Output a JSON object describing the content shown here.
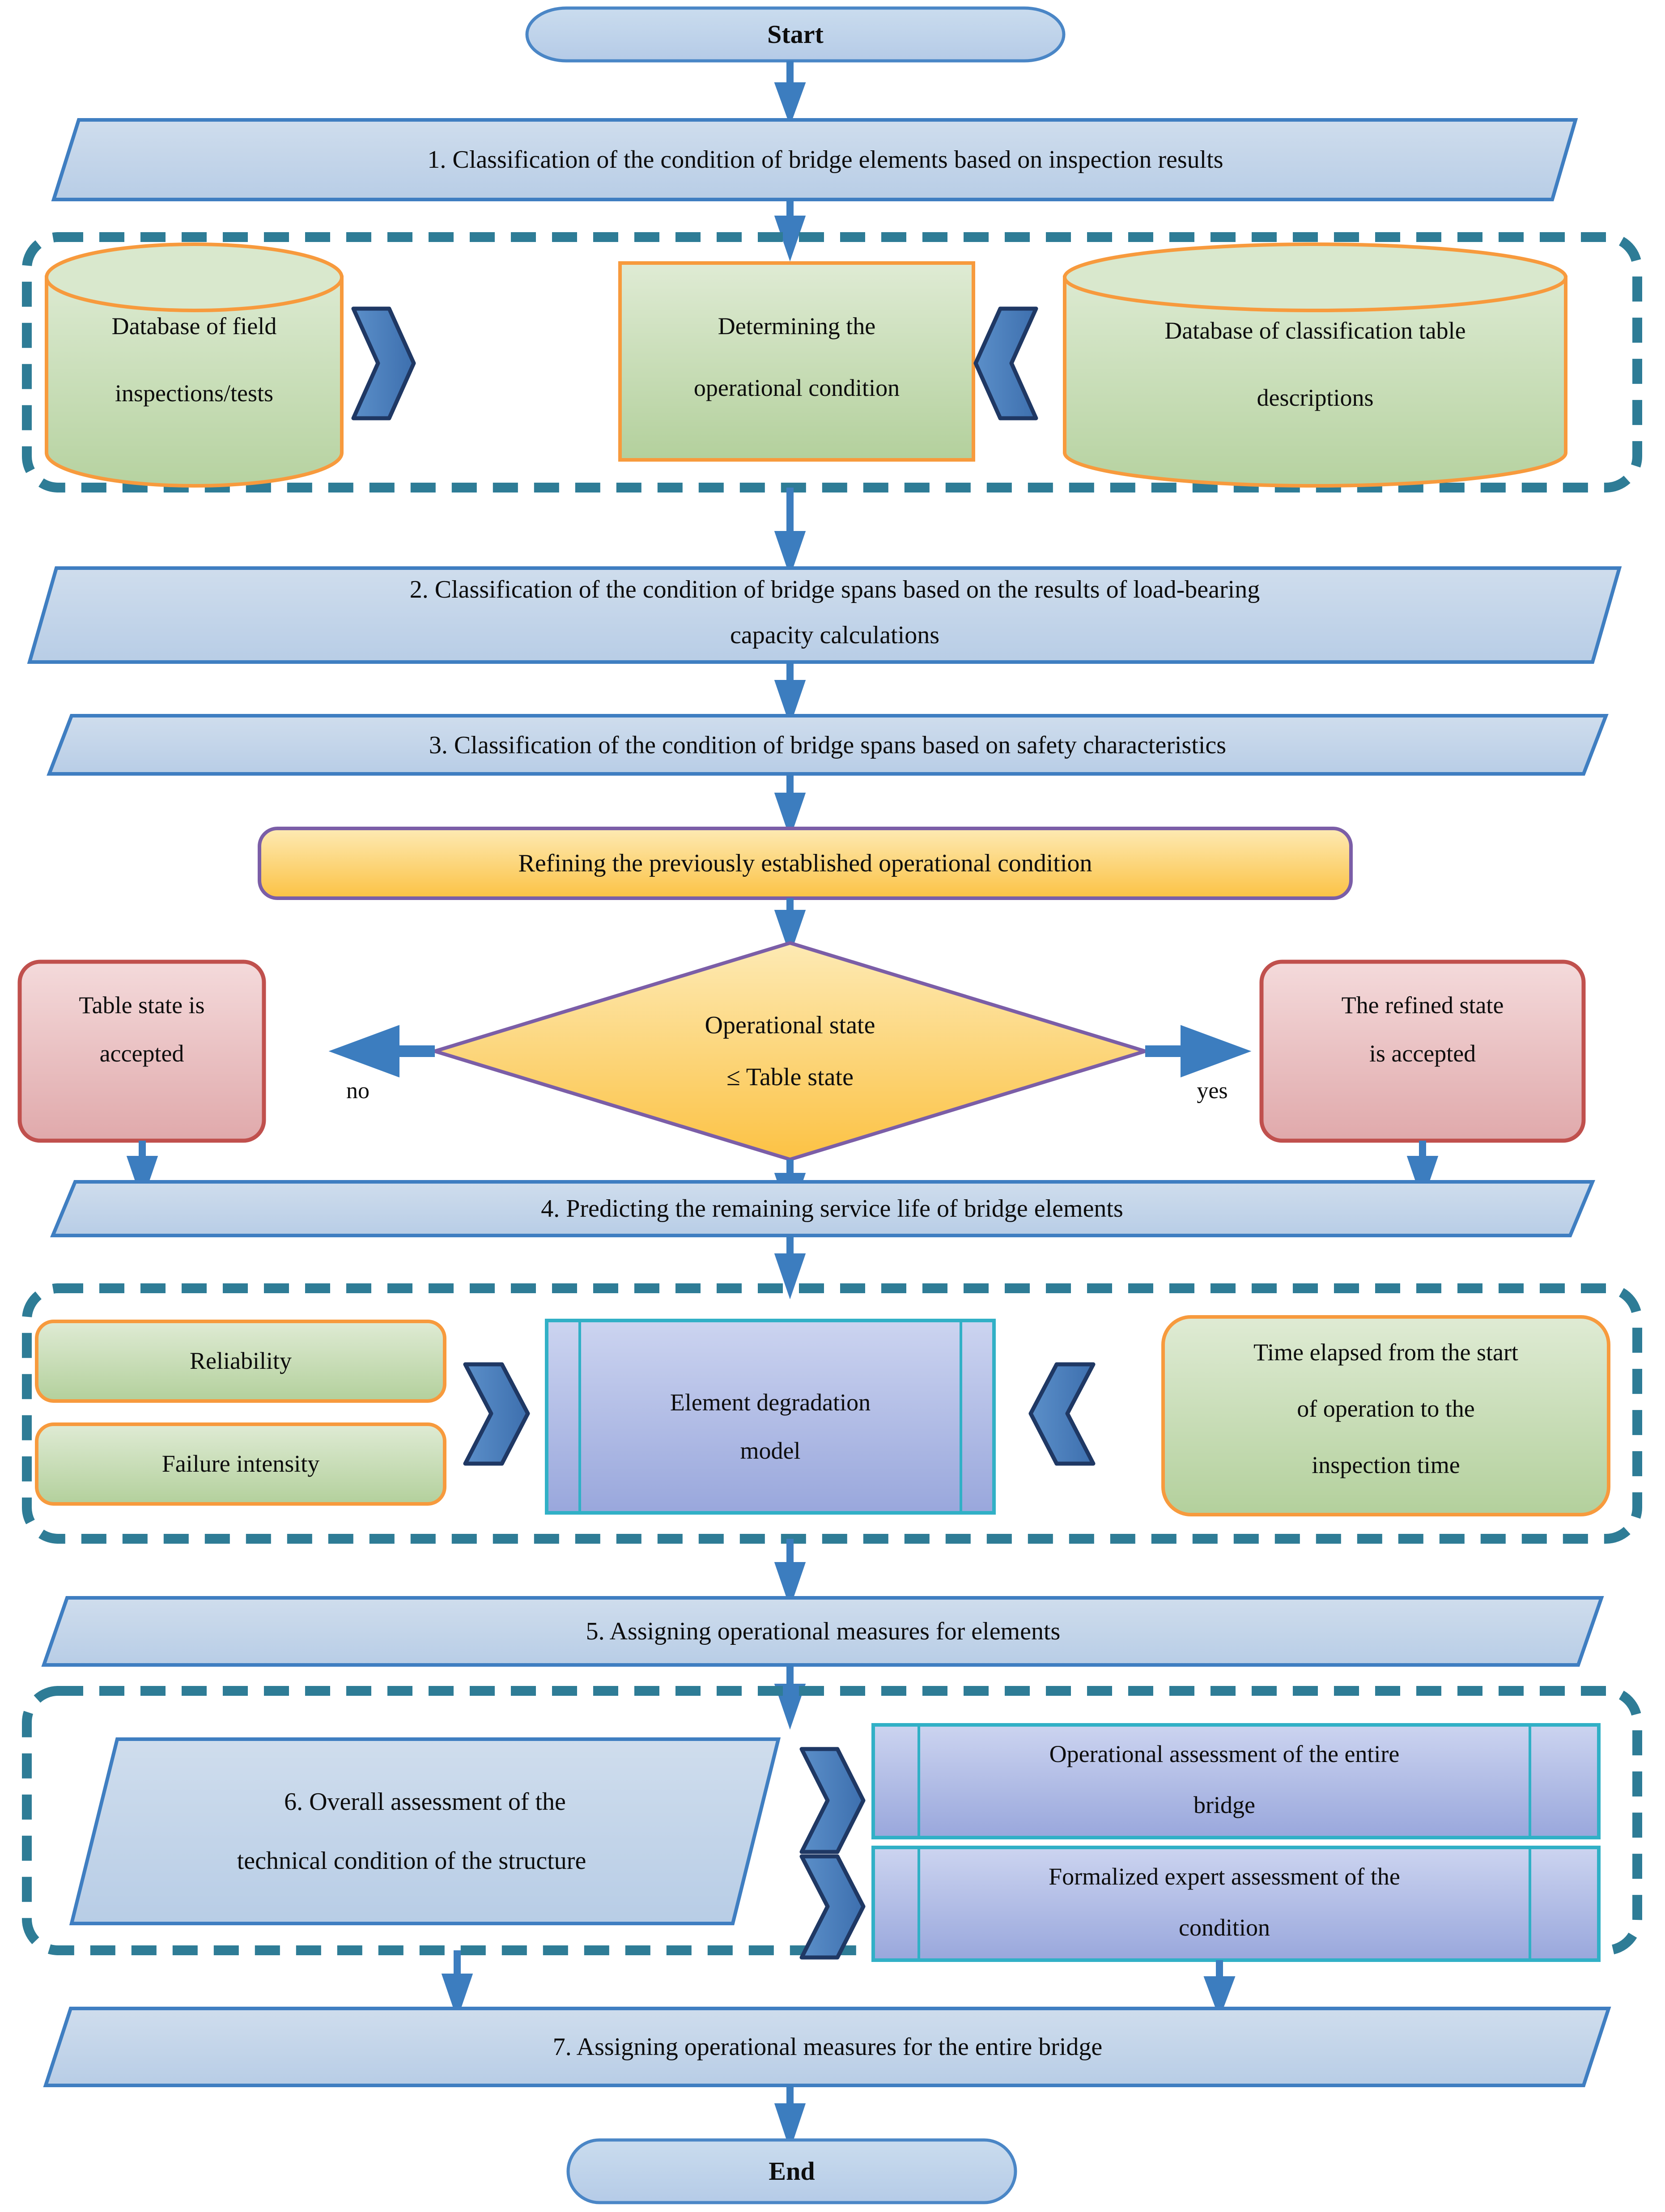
{
  "diagram": {
    "title": "Bridge technical condition assessment flowchart",
    "colors": {
      "banner_fill_top": "#c3d5ea",
      "banner_fill_bottom": "#bcd0e8",
      "banner_border": "#3f7ec1",
      "terminator_fill": "#bcd2ea",
      "green_fill_top": "#dbe8d0",
      "green_fill_bottom": "#b7d3a3",
      "green_border": "#f79a3d",
      "yellow_fill_top": "#fde9b0",
      "yellow_fill_bottom": "#fcc344",
      "yellow_border": "#7b5ea7",
      "red_fill_top": "#f3d6d7",
      "red_fill_bottom": "#e3aeb0",
      "red_border": "#c0504d",
      "purple_fill_top": "#c9d2ef",
      "purple_fill_bottom": "#9aa8dd",
      "purple_border": "#31b0c6",
      "dashed_group": "#2e7c96",
      "arrow_blue": "#3c7dbf",
      "chevron_fill": "#4a7ebb",
      "chevron_border": "#1f3864"
    }
  },
  "nodes": {
    "start": {
      "label": "Start"
    },
    "step1": {
      "label": "1. Classification of the condition of bridge elements based on inspection results"
    },
    "db_field": {
      "label_line1": "Database of field",
      "label_line2": "inspections/tests"
    },
    "determining": {
      "label_line1": "Determining the",
      "label_line2": "operational condition"
    },
    "db_classification": {
      "label_line1": "Database of classification table",
      "label_line2": "descriptions"
    },
    "step2": {
      "label_line1": "2. Classification of the condition of bridge spans based on the results of load-bearing",
      "label_line2": "capacity calculations"
    },
    "step3": {
      "label": "3. Classification of the condition of bridge spans based on safety characteristics"
    },
    "refining": {
      "label": "Refining the previously established operational condition"
    },
    "decision": {
      "label_line1": "Operational state",
      "label_line2": "≤ Table state"
    },
    "table_state": {
      "label_line1": "Table state is",
      "label_line2": "accepted"
    },
    "refined_state": {
      "label_line1": "The refined state",
      "label_line2": "is accepted"
    },
    "step4": {
      "label": "4. Predicting the remaining service life of bridge elements"
    },
    "reliability": {
      "label": "Reliability"
    },
    "failure_intensity": {
      "label": "Failure intensity"
    },
    "degradation": {
      "label_line1": "Element degradation",
      "label_line2": "model"
    },
    "time_elapsed": {
      "label_line1": "Time elapsed from the start",
      "label_line2": "of operation to the",
      "label_line3": "inspection time"
    },
    "step5": {
      "label": "5. Assigning operational measures for elements"
    },
    "step6": {
      "label_line1": "6. Overall assessment of the",
      "label_line2": "technical condition of the structure"
    },
    "operational_assessment": {
      "label_line1": "Operational assessment of the entire",
      "label_line2": "bridge"
    },
    "formalized_assessment": {
      "label_line1": "Formalized expert assessment of the",
      "label_line2": "condition"
    },
    "step7": {
      "label": "7. Assigning operational measures for the entire bridge"
    },
    "end": {
      "label": "End"
    }
  },
  "edge_labels": {
    "no": "no",
    "yes": "yes"
  }
}
